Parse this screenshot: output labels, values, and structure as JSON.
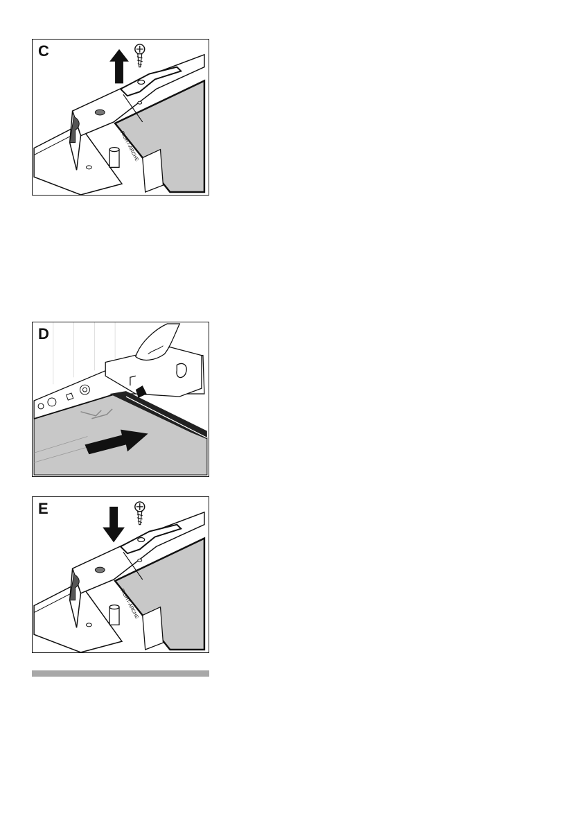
{
  "figures": [
    {
      "step": "C",
      "arrow": "up",
      "panel_text": "RIGHT-ARCHE"
    },
    {
      "step": "D",
      "arrow": "right"
    },
    {
      "step": "E",
      "arrow": "down",
      "panel_text": "RIGHT-ARCHE"
    }
  ],
  "colors": {
    "panel_gray": "#c8c8c8",
    "ink": "#111111",
    "divider": "#a8a8a8"
  },
  "icons": [
    "screw-icon",
    "arrow-up-icon",
    "arrow-right-icon",
    "arrow-down-icon",
    "hand-icon"
  ]
}
